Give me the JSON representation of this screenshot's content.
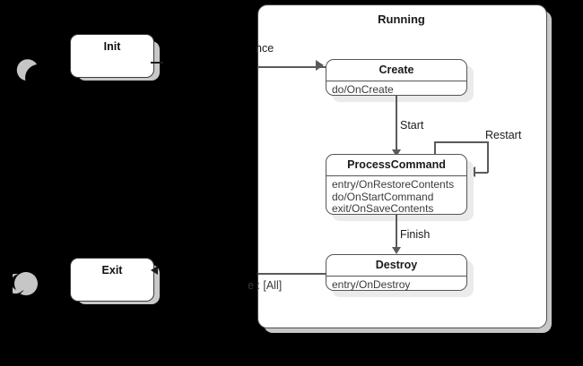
{
  "diagram": {
    "type": "uml-state-machine",
    "background_color": "#000000",
    "panel_color": "#ffffff",
    "shadow_color": "#c8c8c8",
    "line_color": "#5a5a5a"
  },
  "outer_states": [
    {
      "name": "Init",
      "label": "Init"
    },
    {
      "name": "Exit",
      "label": "Exit"
    }
  ],
  "composite_state": {
    "title": "Running",
    "states": [
      {
        "key": "create",
        "name": "Create",
        "actions": [
          "do/OnCreate"
        ]
      },
      {
        "key": "processcommand",
        "name": "ProcessCommand",
        "actions": [
          "entry/OnRestoreContents",
          "do/OnStartCommand",
          "exit/OnSaveContents"
        ]
      },
      {
        "key": "destroy",
        "name": "Destroy",
        "actions": [
          "entry/OnDestroy"
        ]
      }
    ]
  },
  "transitions": [
    {
      "key": "to_create",
      "label": "nce",
      "truncated": true,
      "target": "Create"
    },
    {
      "key": "start",
      "label": "Start",
      "truncated": false,
      "source": "Create",
      "target": "ProcessCommand"
    },
    {
      "key": "restart",
      "label": "Restart",
      "truncated": false,
      "source": "ProcessCommand",
      "target": "ProcessCommand"
    },
    {
      "key": "finish",
      "label": "Finish",
      "truncated": false,
      "source": "ProcessCommand",
      "target": "Destroy"
    },
    {
      "key": "to_destroy",
      "label": "e :  [All]",
      "truncated": true,
      "target": "Destroy"
    }
  ],
  "pseudo_states": [
    {
      "key": "moon-top",
      "shape": "crescent"
    },
    {
      "key": "moon-bottom",
      "shape": "crescent-circle"
    }
  ]
}
